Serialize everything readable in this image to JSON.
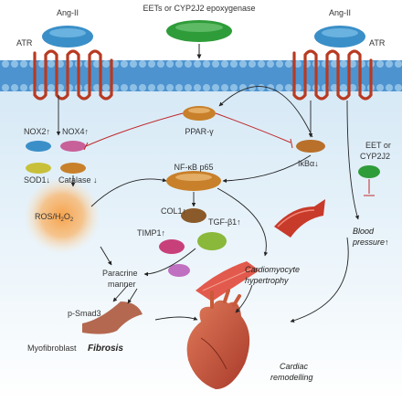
{
  "labels": {
    "ang_ii_left": "Ang-II",
    "ang_ii_right": "Ang-II",
    "eets": "EETs or CYP2J2 epoxygenase",
    "atr_left": "ATR",
    "atr_right": "ATR",
    "ppar": "PPAR-γ",
    "nox2": "NOX2↑",
    "nox4": "NOX4↑",
    "sod1": "SOD1↓",
    "catalase": "Catalase ↓",
    "nfkb": "NF-κB p65",
    "ikba": "IkBα↓",
    "eet_cyp_line1": "EET or",
    "eet_cyp_line2": "CYP2J2",
    "ros_line1": "ROS/H",
    "ros_sub": "2",
    "ros_line2": "O",
    "ros_sub2": "2",
    "col1": "COL1↑",
    "timp1": "TIMP1↑",
    "tgfb1": "TGF-β1↑",
    "blood_pressure_1": "Blood",
    "blood_pressure_2": "pressure↑",
    "paracrine_1": "Paracrine",
    "paracrine_2": "manner",
    "cardiomyocyte_1": "Cardiomyocyte",
    "cardiomyocyte_2": "hypertrophy",
    "psmad3": "p-Smad3",
    "myofibroblast": "Myofibroblast",
    "fibrosis": "Fibrosis",
    "cardiac_1": "Cardiac",
    "cardiac_2": "remodelling"
  },
  "colors": {
    "membrane_top": "#5aa0d8",
    "membrane_bottom": "#cfe4f4",
    "receptor": "#c8442a",
    "ang_ii": "#3a8fc8",
    "eets": "#3aa84a",
    "ppar": "#c8802a",
    "nfkb": "#c8802a",
    "ros": "#f39a3a",
    "inhibit": "#c0282a"
  }
}
